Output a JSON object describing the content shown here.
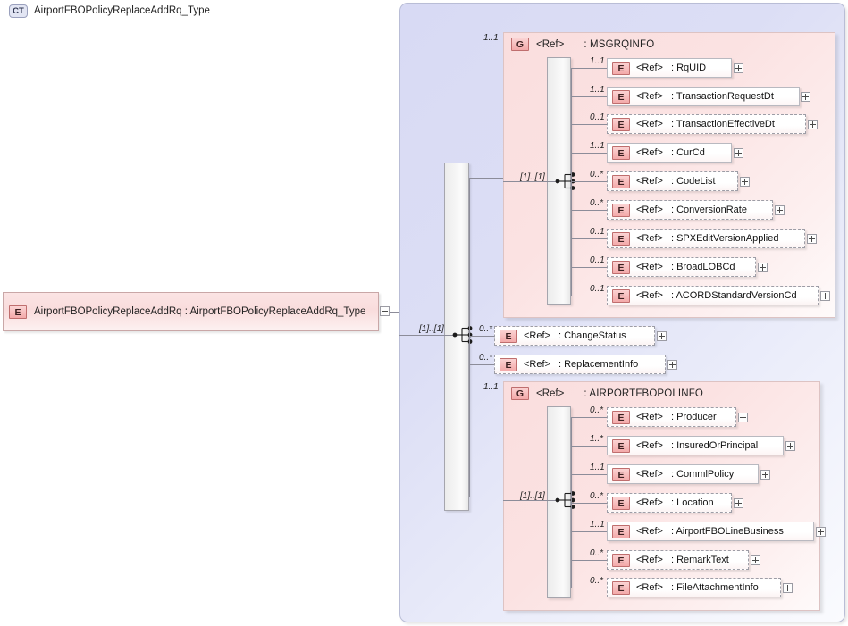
{
  "diagram": {
    "type": "xml-schema-diagram",
    "root_element": {
      "badge": "E",
      "name": "AirportFBOPolicyReplaceAddRq",
      "type_separator": ":",
      "type": "AirportFBOPolicyReplaceAddRq_Type",
      "full_label": "AirportFBOPolicyReplaceAddRq  :  AirportFBOPolicyReplaceAddRq_Type",
      "toggle": "minus"
    },
    "complex_type": {
      "badge": "CT",
      "name": "AirportFBOPolicyReplaceAddRq_Type",
      "sequence_cardinality": "[1]..[1]"
    },
    "children": [
      {
        "kind": "group",
        "badge": "G",
        "ref": "<Ref>",
        "separator": ":",
        "name": "MSGRQINFO",
        "cardinality": "1..1",
        "sequence_cardinality": "[1]..[1]",
        "members": [
          {
            "badge": "E",
            "ref": "<Ref>",
            "separator": ":",
            "name": "RqUID",
            "cardinality": "1..1",
            "style": "solid",
            "toggle": "plus"
          },
          {
            "badge": "E",
            "ref": "<Ref>",
            "separator": ":",
            "name": "TransactionRequestDt",
            "cardinality": "1..1",
            "style": "solid",
            "toggle": "plus"
          },
          {
            "badge": "E",
            "ref": "<Ref>",
            "separator": ":",
            "name": "TransactionEffectiveDt",
            "cardinality": "0..1",
            "style": "dashed",
            "toggle": "plus"
          },
          {
            "badge": "E",
            "ref": "<Ref>",
            "separator": ":",
            "name": "CurCd",
            "cardinality": "1..1",
            "style": "solid",
            "toggle": "plus"
          },
          {
            "badge": "E",
            "ref": "<Ref>",
            "separator": ":",
            "name": "CodeList",
            "cardinality": "0..*",
            "style": "dashed",
            "toggle": "plus"
          },
          {
            "badge": "E",
            "ref": "<Ref>",
            "separator": ":",
            "name": "ConversionRate",
            "cardinality": "0..*",
            "style": "dashed",
            "toggle": "plus"
          },
          {
            "badge": "E",
            "ref": "<Ref>",
            "separator": ":",
            "name": "SPXEditVersionApplied",
            "cardinality": "0..1",
            "style": "dashed",
            "toggle": "plus"
          },
          {
            "badge": "E",
            "ref": "<Ref>",
            "separator": ":",
            "name": "BroadLOBCd",
            "cardinality": "0..1",
            "style": "dashed",
            "toggle": "plus"
          },
          {
            "badge": "E",
            "ref": "<Ref>",
            "separator": ":",
            "name": "ACORDStandardVersionCd",
            "cardinality": "0..1",
            "style": "dashed",
            "toggle": "plus"
          }
        ]
      },
      {
        "kind": "element",
        "badge": "E",
        "ref": "<Ref>",
        "separator": ":",
        "name": "ChangeStatus",
        "cardinality": "0..*",
        "style": "dashed",
        "toggle": "plus"
      },
      {
        "kind": "element",
        "badge": "E",
        "ref": "<Ref>",
        "separator": ":",
        "name": "ReplacementInfo",
        "cardinality": "0..*",
        "style": "dashed",
        "toggle": "plus"
      },
      {
        "kind": "group",
        "badge": "G",
        "ref": "<Ref>",
        "separator": ":",
        "name": "AIRPORTFBOPOLINFO",
        "cardinality": "1..1",
        "sequence_cardinality": "[1]..[1]",
        "members": [
          {
            "badge": "E",
            "ref": "<Ref>",
            "separator": ":",
            "name": "Producer",
            "cardinality": "0..*",
            "style": "dashed",
            "toggle": "plus"
          },
          {
            "badge": "E",
            "ref": "<Ref>",
            "separator": ":",
            "name": "InsuredOrPrincipal",
            "cardinality": "1..*",
            "style": "solid",
            "toggle": "plus"
          },
          {
            "badge": "E",
            "ref": "<Ref>",
            "separator": ":",
            "name": "CommlPolicy",
            "cardinality": "1..1",
            "style": "solid",
            "toggle": "plus"
          },
          {
            "badge": "E",
            "ref": "<Ref>",
            "separator": ":",
            "name": "Location",
            "cardinality": "0..*",
            "style": "dashed",
            "toggle": "plus"
          },
          {
            "badge": "E",
            "ref": "<Ref>",
            "separator": ":",
            "name": "AirportFBOLineBusiness",
            "cardinality": "1..1",
            "style": "solid",
            "toggle": "plus"
          },
          {
            "badge": "E",
            "ref": "<Ref>",
            "separator": ":",
            "name": "RemarkText",
            "cardinality": "0..*",
            "style": "dashed",
            "toggle": "plus"
          },
          {
            "badge": "E",
            "ref": "<Ref>",
            "separator": ":",
            "name": "FileAttachmentInfo",
            "cardinality": "0..*",
            "style": "dashed",
            "toggle": "plus"
          }
        ]
      }
    ],
    "colors": {
      "element_fill": "#fbe4e4",
      "element_border": "#c9a7a7",
      "group_fill": "#fadede",
      "ct_fill": "#d8daf4",
      "line": "#8c8c99",
      "badge_fill": "#f3a9a9"
    }
  }
}
